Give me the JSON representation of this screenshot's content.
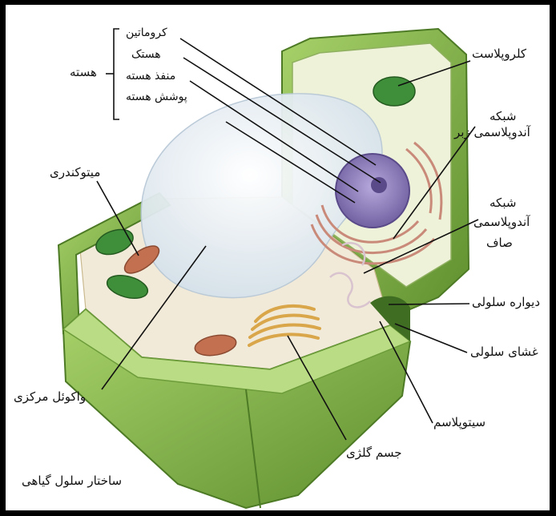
{
  "diagram": {
    "caption": "ساختار سلول گیاهی",
    "nucleus_group_label": "هسته",
    "nucleus_parts": [
      "کروماتین",
      "هستک",
      "منفذ هسته",
      "پوشش هسته"
    ],
    "labels": {
      "chloroplast": "کلروپلاست",
      "rough_er_line1": "شبکه",
      "rough_er_line2": "آندوپلاسمی زبر",
      "smooth_er_line1": "شبکه",
      "smooth_er_line2": "آندوپلاسمی",
      "smooth_er_line3": "صاف",
      "mitochondrion": "میتوکندری",
      "cell_wall": "دیواره سلولی",
      "cell_membrane": "غشای سلولی",
      "cytoplasm": "سیتوپلاسم",
      "golgi": "جسم گلژی",
      "central_vacuole": "واکوئل مرکزی"
    },
    "colors": {
      "cell_wall": "#8fbf52",
      "cell_wall_dark": "#5e8f2e",
      "cytoplasm": "#f2ead8",
      "vacuole": "#e3ebf2",
      "nucleus": "#8a7bb8",
      "rough_er": "#c98a7a",
      "golgi": "#d9a64a",
      "mitochondria": "#c2704f",
      "chloroplast": "#3f8f3a"
    }
  }
}
